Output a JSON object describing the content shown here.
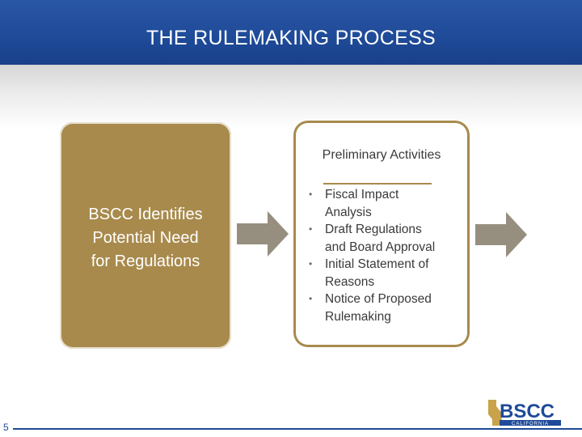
{
  "slide": {
    "title": "THE RULEMAKING PROCESS",
    "page_number": "5"
  },
  "left_box": {
    "line1": "BSCC Identifies",
    "line2": "Potential Need",
    "line3": "for Regulations"
  },
  "right_box": {
    "title": "Preliminary Activities",
    "items": [
      {
        "line1": "Fiscal Impact",
        "line2": "Analysis"
      },
      {
        "line1": "Draft Regulations",
        "line2": "and Board Approval"
      },
      {
        "line1": "Initial Statement of",
        "line2": "Reasons"
      },
      {
        "line1": "Notice of Proposed",
        "line2": "Rulemaking"
      }
    ]
  },
  "logo": {
    "text": "BSCC",
    "subtext": "CALIFORNIA"
  },
  "colors": {
    "title_bar": "#1e4a98",
    "box_tan": "#a88a4c",
    "arrow_gray": "#968e7f"
  }
}
